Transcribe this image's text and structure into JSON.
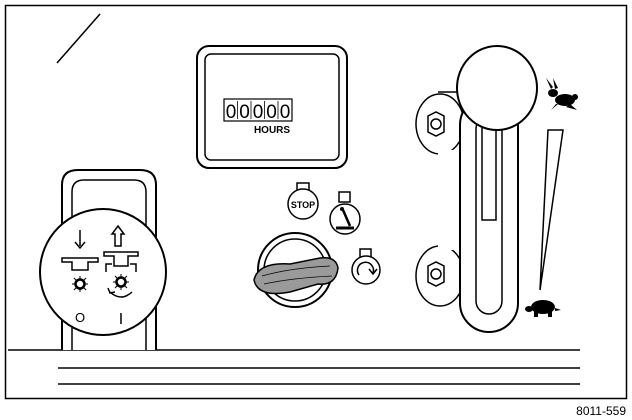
{
  "hour_meter": {
    "digits": [
      "0",
      "0",
      "0",
      "0",
      "0"
    ],
    "unit_label": "HOURS"
  },
  "ignition": {
    "stop_label": "STOP",
    "positions": [
      "stop-icon",
      "run-icon",
      "start-icon"
    ]
  },
  "pto_switch": {
    "icons": [
      "pto-disengage-icon",
      "pto-engage-icon"
    ],
    "off_symbol": "O",
    "on_symbol": "I"
  },
  "throttle": {
    "icons": [
      "rabbit-fast-icon",
      "turtle-slow-icon"
    ]
  },
  "figure_ref": "8011-559",
  "colors": {
    "line": "#000000",
    "fill": "#ffffff",
    "key_grip": "#9a9a9a"
  }
}
